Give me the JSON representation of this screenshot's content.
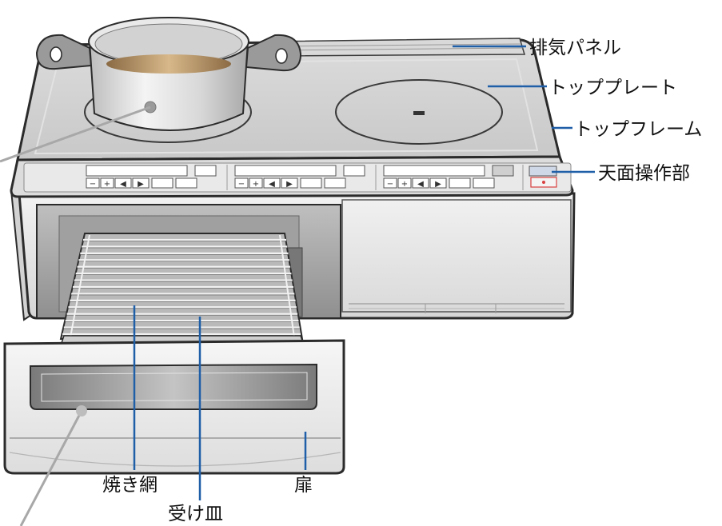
{
  "labels": {
    "exhaust_panel": "排気パネル",
    "top_plate": "トッププレート",
    "top_frame": "トップフレーム",
    "control_panel": "天面操作部",
    "grill_net": "焼き網",
    "drip_tray": "受け皿",
    "door": "扉"
  },
  "panel_glyphs": {
    "minus": "−",
    "plus": "+",
    "left": "◀",
    "right": "▶"
  },
  "colors": {
    "leader_blue": "#1f5fa8",
    "leader_gray": "#a8a8a8",
    "outline": "#2b2b2b",
    "body_gray": "#e6e6e6",
    "plate_gray": "#cfcfcf",
    "power_red": "#d94040"
  }
}
